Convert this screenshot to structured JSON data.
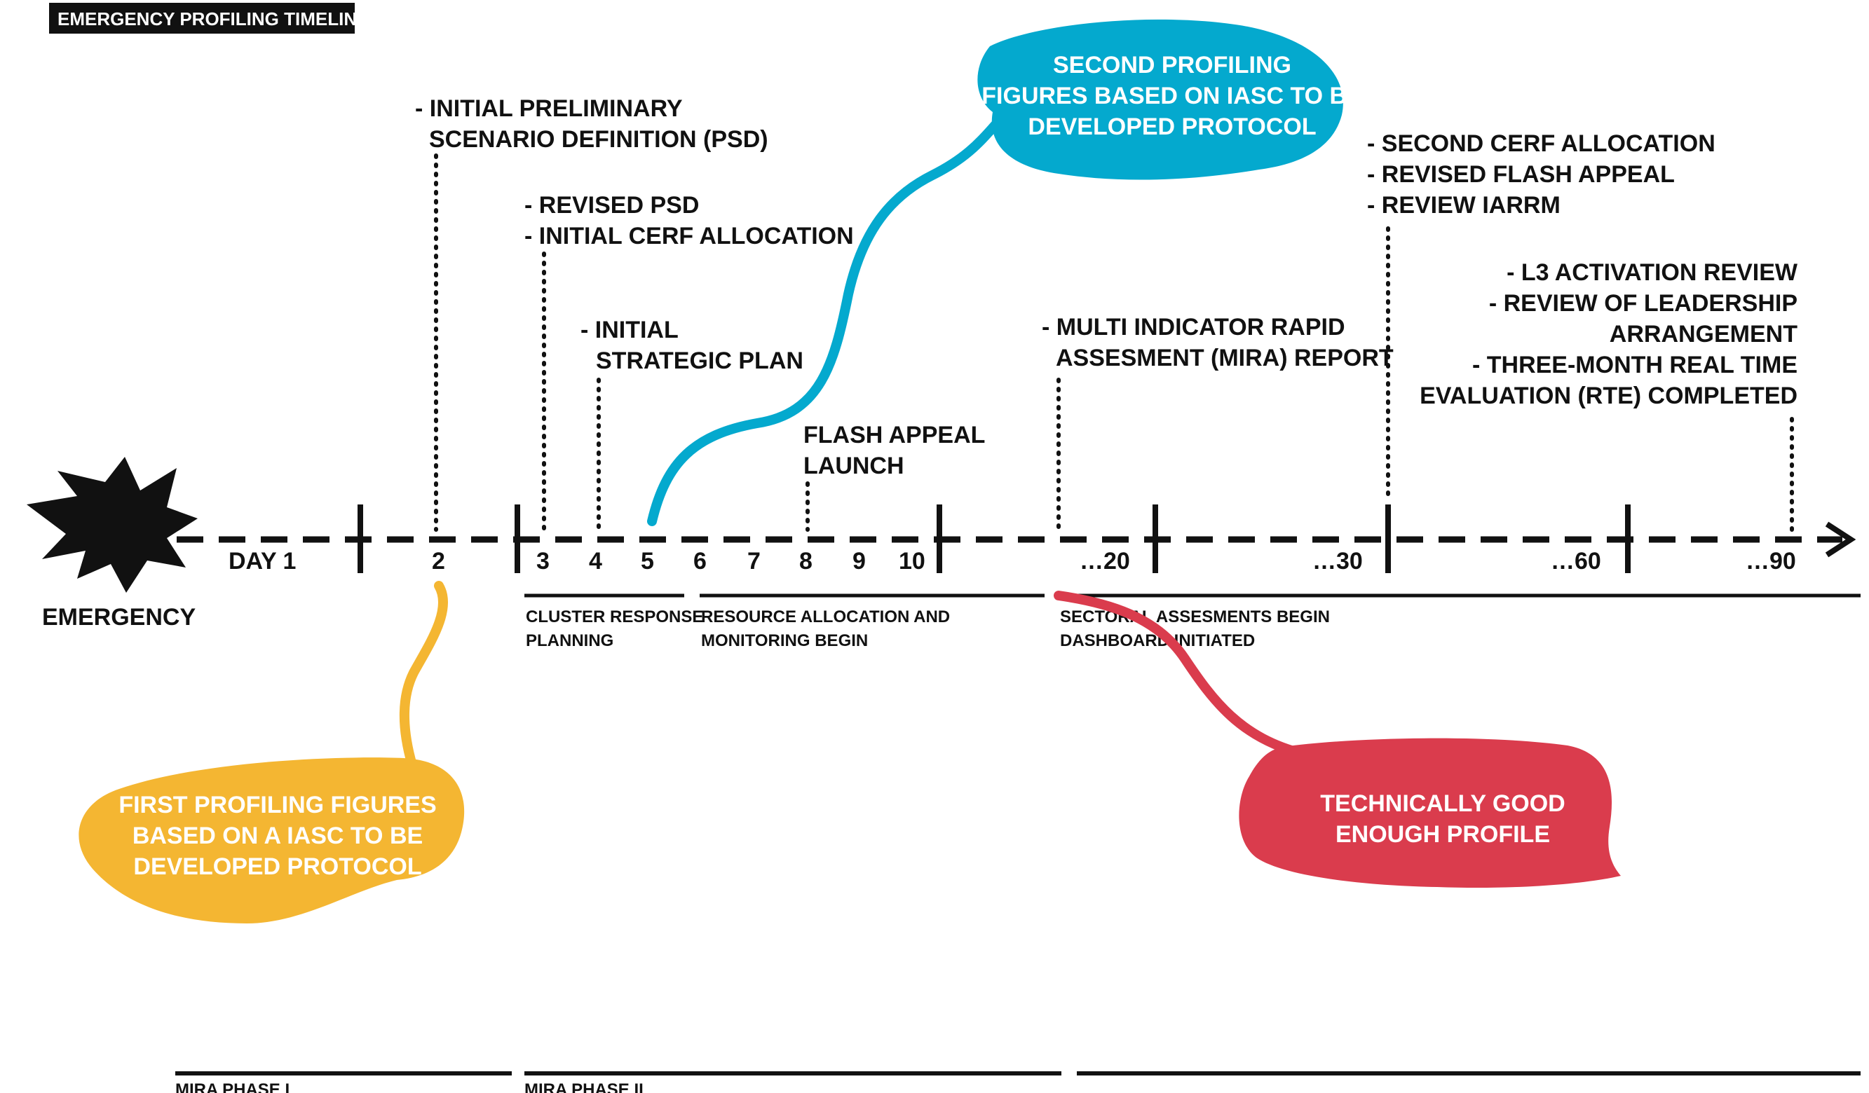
{
  "title": "EMERGENCY PROFILING TIMELINE",
  "colors": {
    "yellow": "#F4B632",
    "blue": "#04A9CE",
    "red": "#DA3C4D",
    "ink": "#111111"
  },
  "emergency": {
    "label": "EMERGENCY",
    "icon": "explosion-icon"
  },
  "arrow_icon": "arrow-right-icon",
  "day_labels": [
    "DAY 1",
    "2",
    "3",
    "4",
    "5",
    "6",
    "7",
    "8",
    "9",
    "10",
    "…20",
    "…30",
    "…60",
    "…90"
  ],
  "events": {
    "psd": [
      "- INITIAL PRELIMINARY",
      "SCENARIO DEFINITION (PSD)"
    ],
    "revised_psd": [
      "- REVISED PSD",
      "- INITIAL CERF ALLOCATION"
    ],
    "strategic_plan": [
      "- INITIAL",
      "STRATEGIC PLAN"
    ],
    "flash_appeal": [
      "FLASH APPEAL",
      "LAUNCH"
    ],
    "mira_report": [
      "- MULTI INDICATOR RAPID",
      "ASSESMENT (MIRA) REPORT"
    ],
    "second_cerf": [
      "- SECOND CERF ALLOCATION",
      "- REVISED FLASH APPEAL",
      "- REVIEW IARRM"
    ],
    "l3_review": [
      "- L3 ACTIVATION REVIEW",
      "- REVIEW OF LEADERSHIP",
      "ARRANGEMENT",
      "- THREE-MONTH REAL TIME",
      "EVALUATION (RTE) COMPLETED"
    ]
  },
  "phases": {
    "cluster": [
      "CLUSTER RESPONSE",
      "PLANNING"
    ],
    "resource": [
      "RESOURCE ALLOCATION AND",
      "MONITORING BEGIN"
    ],
    "sectoral": [
      "SECTORAL ASSESMENTS BEGIN",
      "DASHBOARD INITIATED"
    ]
  },
  "bubbles": {
    "first": [
      "FIRST PROFILING FIGURES",
      "BASED ON A IASC TO BE",
      "DEVELOPED PROTOCOL"
    ],
    "second": [
      "SECOND PROFILING",
      "FIGURES BASED ON IASC TO BE",
      "DEVELOPED PROTOCOL"
    ],
    "technical": [
      "TECHNICALLY GOOD",
      "ENOUGH PROFILE"
    ]
  },
  "mira_phases": [
    "MIRA PHASE I",
    "MIRA PHASE II"
  ]
}
